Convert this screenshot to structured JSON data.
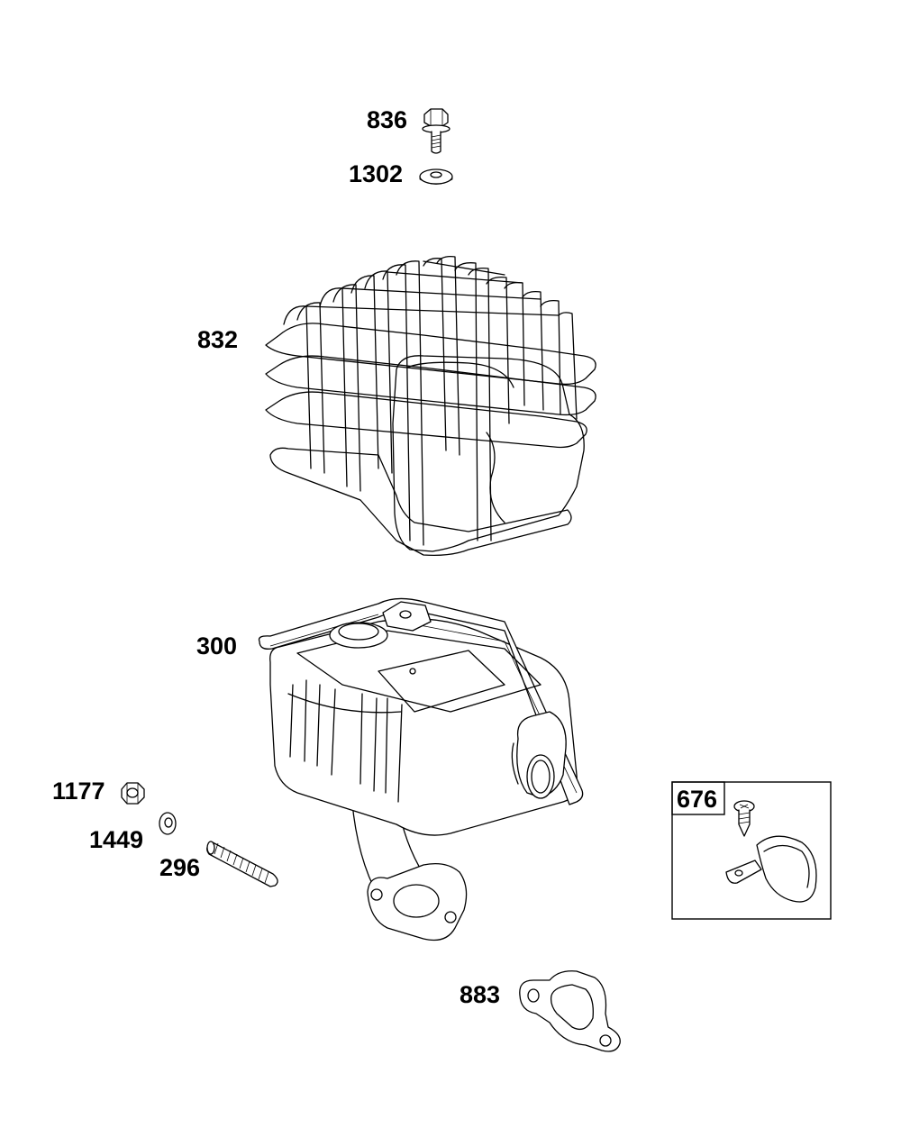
{
  "labels": {
    "p836": "836",
    "p1302": "1302",
    "p832": "832",
    "p300": "300",
    "p1177": "1177",
    "p1449": "1449",
    "p296": "296",
    "p676": "676",
    "p883": "883"
  },
  "colors": {
    "line": "#000000",
    "background": "#ffffff"
  }
}
